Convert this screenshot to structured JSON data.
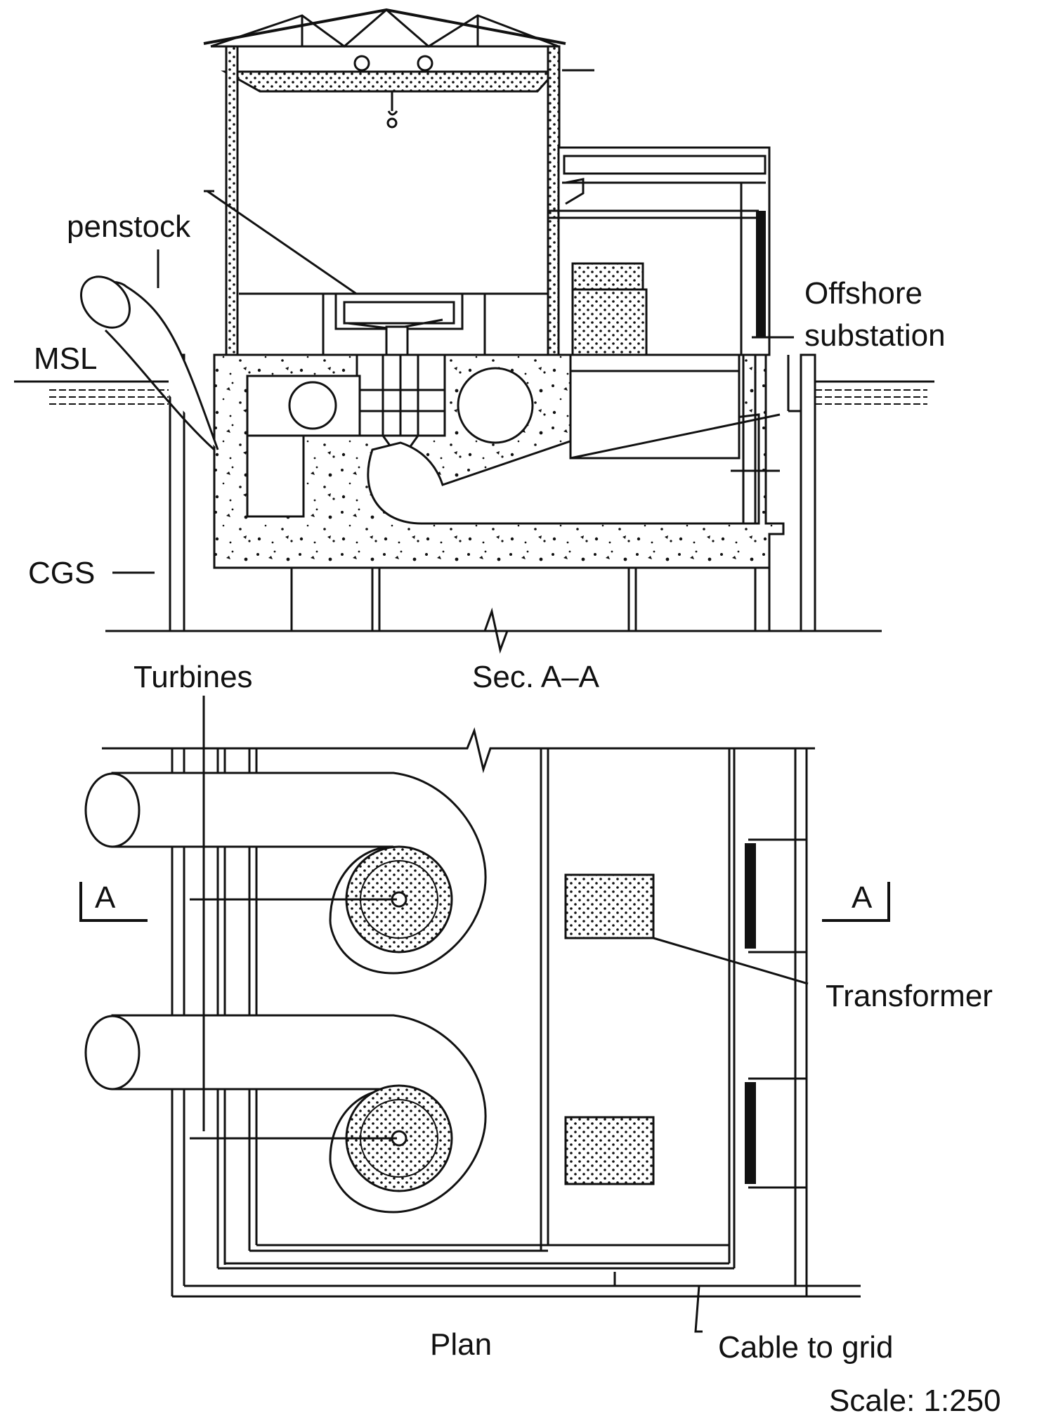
{
  "section": {
    "penstock_label": "penstock",
    "msl_label": "MSL",
    "offshore_label_line1": "Offshore",
    "offshore_label_line2": "substation",
    "cgs_label": "CGS",
    "turbines_label": "Turbines",
    "section_title": "Sec. A–A"
  },
  "plan": {
    "marker_left": "A",
    "marker_right": "A",
    "transformer_label": "Transformer",
    "plan_title": "Plan",
    "cable_label": "Cable to grid",
    "scale_label": "Scale: 1:250"
  }
}
